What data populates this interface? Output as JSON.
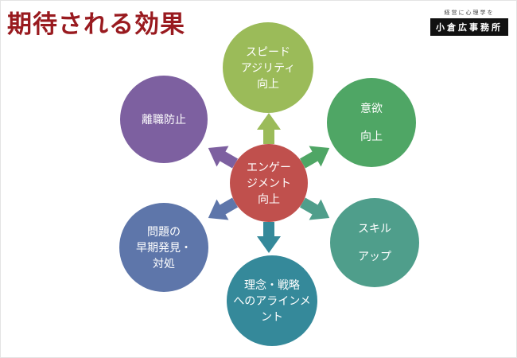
{
  "header": {
    "title": "期待される効果",
    "title_color": "#991a1f"
  },
  "logo": {
    "tagline": "経営に心理学を",
    "name": "小倉広事務所"
  },
  "diagram": {
    "type": "radial-diverging",
    "center": {
      "label": "エンゲー\nジメント\n向上",
      "color": "#c0504d"
    },
    "nodes": [
      {
        "id": "speed-agility",
        "label": "スピード\nアジリティ\n向上",
        "color": "#9bbb59"
      },
      {
        "id": "motivation",
        "label": "意欲\n向上",
        "color": "#4fa665"
      },
      {
        "id": "skill-up",
        "label": "スキル\nアップ",
        "color": "#4f9e8b"
      },
      {
        "id": "alignment",
        "label": "理念・戦略\nへのアラインメ\nント",
        "color": "#35899a"
      },
      {
        "id": "problem",
        "label": "問題の\n早期発見・\n対処",
        "color": "#5e76aa"
      },
      {
        "id": "retention",
        "label": "離職防止",
        "color": "#7d60a0"
      }
    ]
  }
}
